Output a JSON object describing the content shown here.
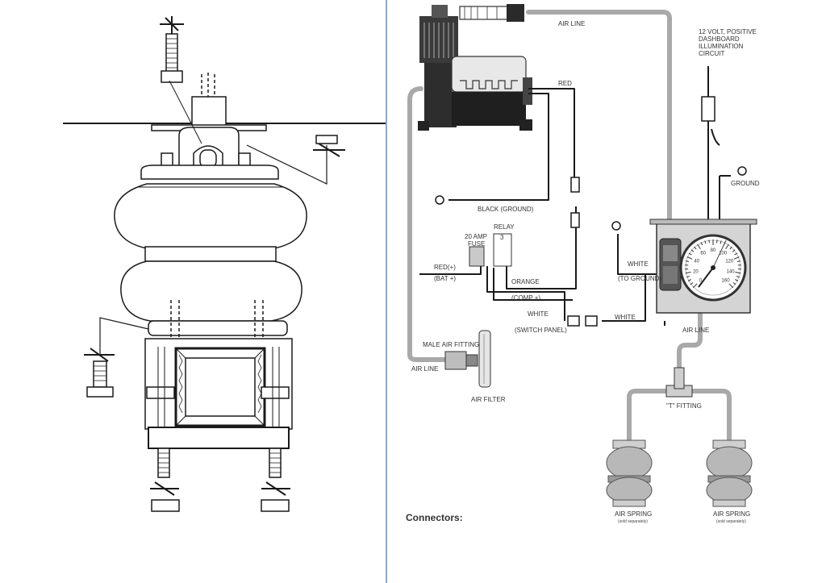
{
  "labels": {
    "air_line_top": "AIR LINE",
    "red": "RED",
    "volt_1": "12 VOLT, POSITIVE",
    "volt_2": "DASHBOARD",
    "volt_3": "ILLUMINATION",
    "volt_4": "CIRCUIT",
    "ground": "GROUND",
    "black_ground": "BLACK (GROUND)",
    "relay": "RELAY",
    "relay_num": "3",
    "fuse_1": "20 AMP",
    "fuse_2": "FUSE",
    "red_plus": "RED(+)",
    "bat_plus": "(BAT +)",
    "orange": "ORANGE",
    "comp_plus": "(COMP +)",
    "white_switch": "WHITE",
    "switch_panel": "(SWITCH PANEL)",
    "white_ground": "WHITE",
    "to_ground": "(TO GROUND)",
    "white_right": "WHITE",
    "air_line_mid": "AIR LINE",
    "male_air_fitting": "MALE AIR FITTING",
    "air_line_left": "AIR LINE",
    "air_filter": "AIR FILTER",
    "t_fitting": "\"T\" FITTING",
    "air_spring_left": "AIR SPRING",
    "air_spring_left_sub": "(sold separately)",
    "air_spring_right": "AIR SPRING",
    "air_spring_right_sub": "(sold separately)",
    "connectors": "Connectors:"
  },
  "gauge": {
    "ticks": [
      "0",
      "20",
      "40",
      "60",
      "80",
      "100",
      "120",
      "140",
      "160"
    ]
  },
  "colors": {
    "line": "#1a1a1a",
    "air_line": "#a9a9a9",
    "divider": "#6f87b8"
  }
}
